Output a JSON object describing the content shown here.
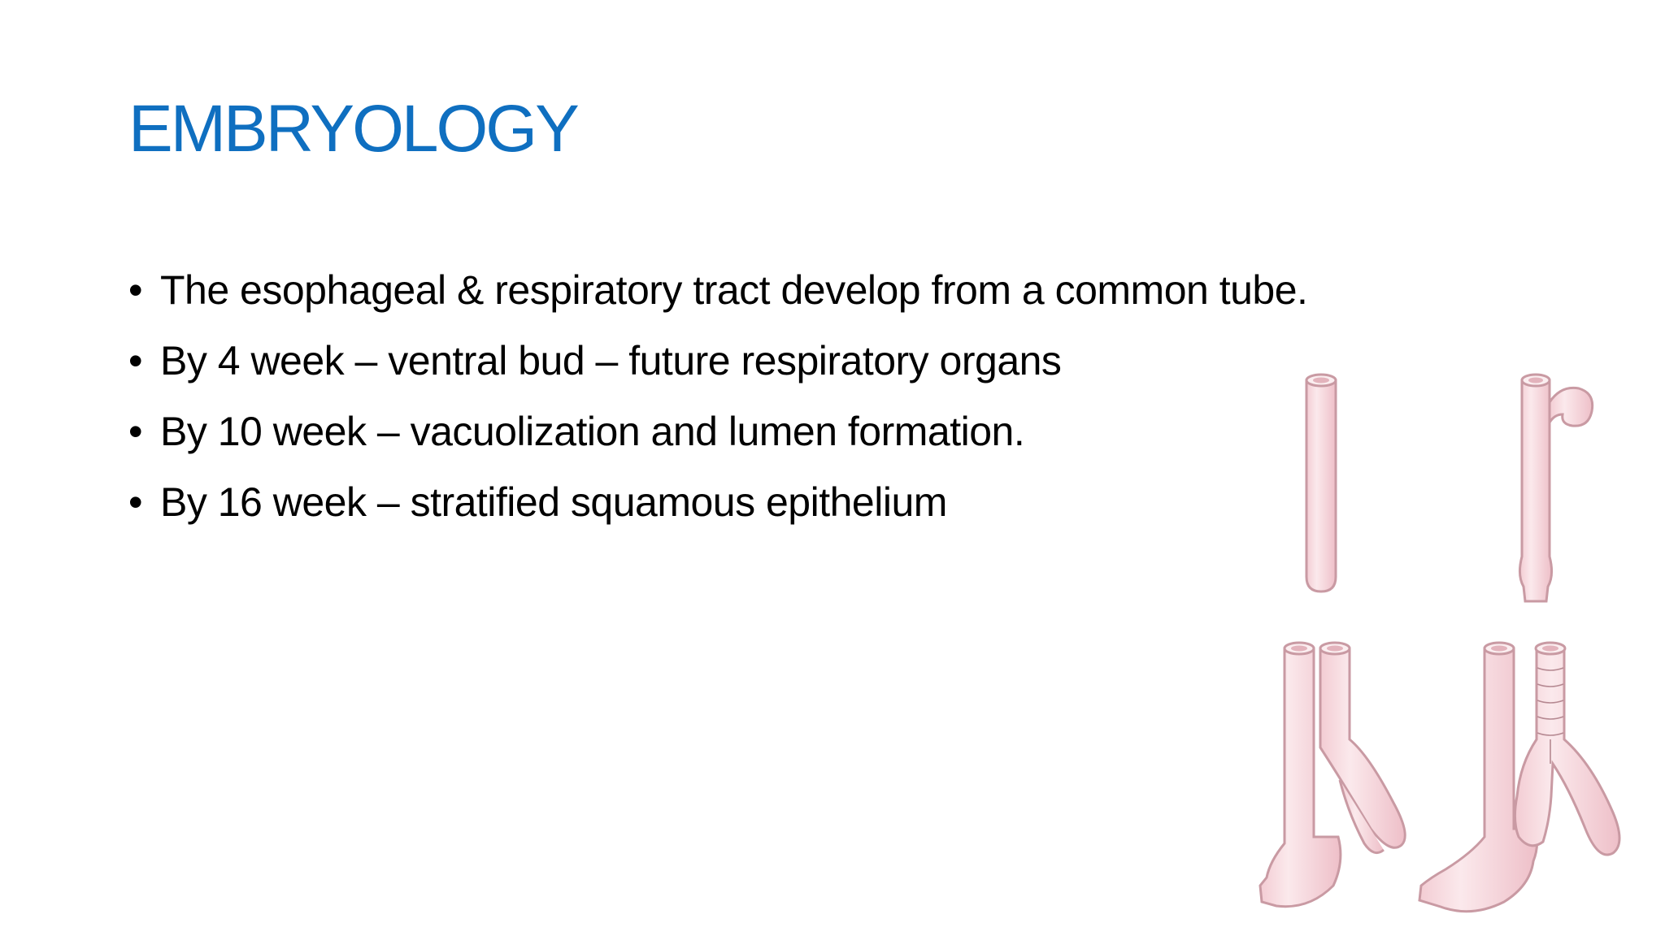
{
  "slide": {
    "title": "EMBRYOLOGY",
    "bullets": [
      "The esophageal & respiratory tract develop from a common tube.",
      "By 4 week – ventral bud – future respiratory organs",
      "By 10 week – vacuolization and lumen formation.",
      "By 16 week – stratified squamous epithelium"
    ]
  },
  "colors": {
    "title": "#0f6fc0",
    "text": "#000000",
    "tube_fill": "#f8dde2",
    "tube_stroke": "#c99aa3"
  }
}
